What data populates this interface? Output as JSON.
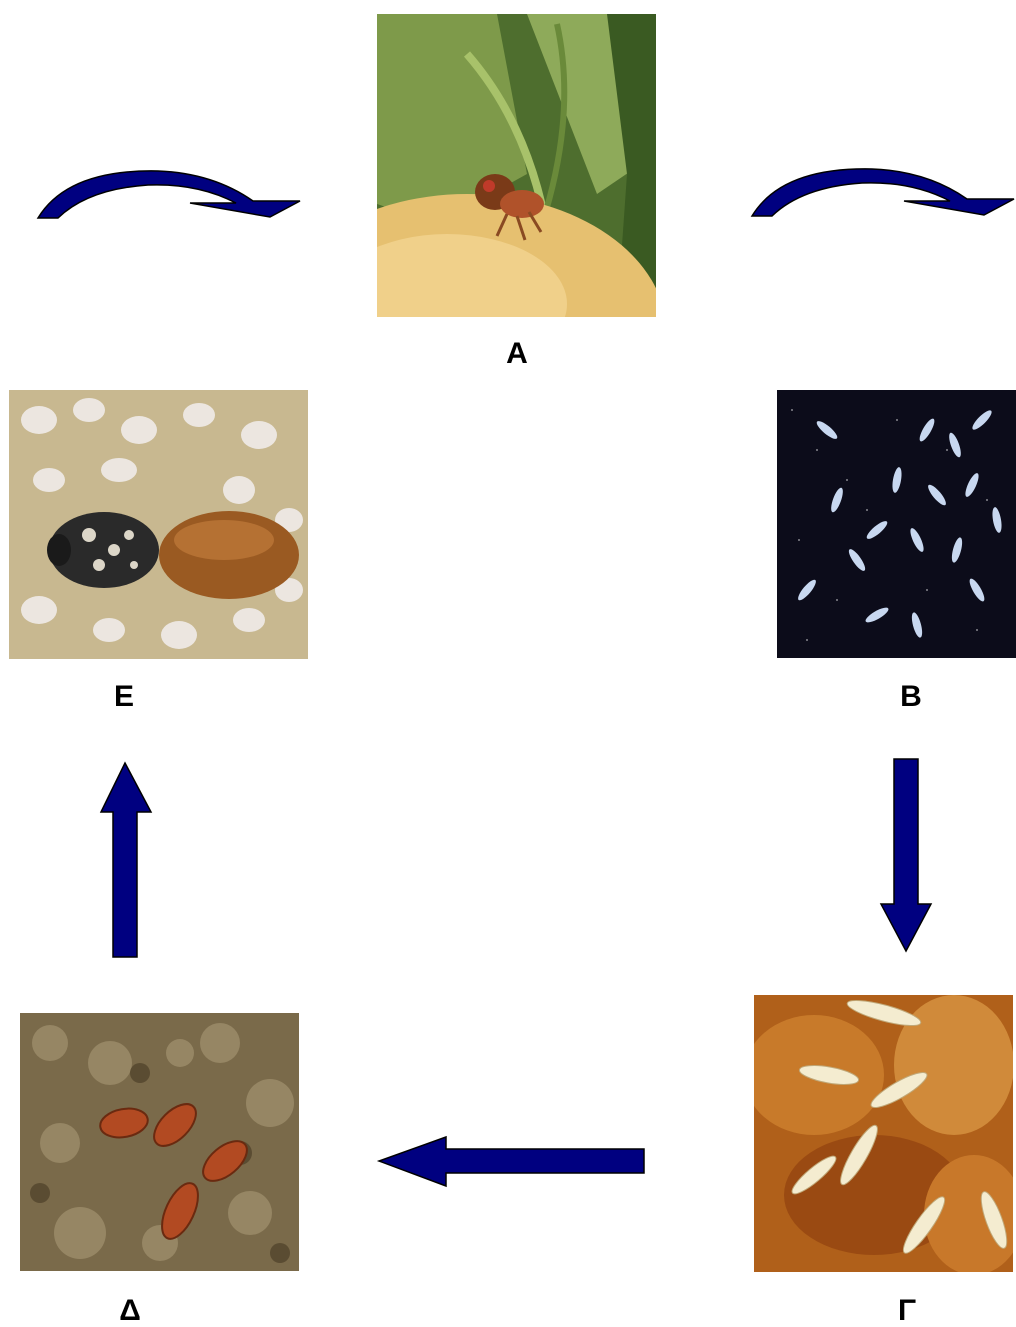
{
  "stages": [
    {
      "key": "A",
      "label": "Α",
      "image": "adult-fly-on-fruit"
    },
    {
      "key": "B",
      "label": "Β",
      "image": "eggs"
    },
    {
      "key": "G",
      "label": "Γ",
      "image": "larvae-in-fruit"
    },
    {
      "key": "D",
      "label": "Δ",
      "image": "pupae-in-soil"
    },
    {
      "key": "E",
      "label": "Ε",
      "image": "adult-emerging-from-pupa"
    }
  ],
  "colors": {
    "arrow_fill": "#000080",
    "arrow_stroke": "#000000"
  }
}
